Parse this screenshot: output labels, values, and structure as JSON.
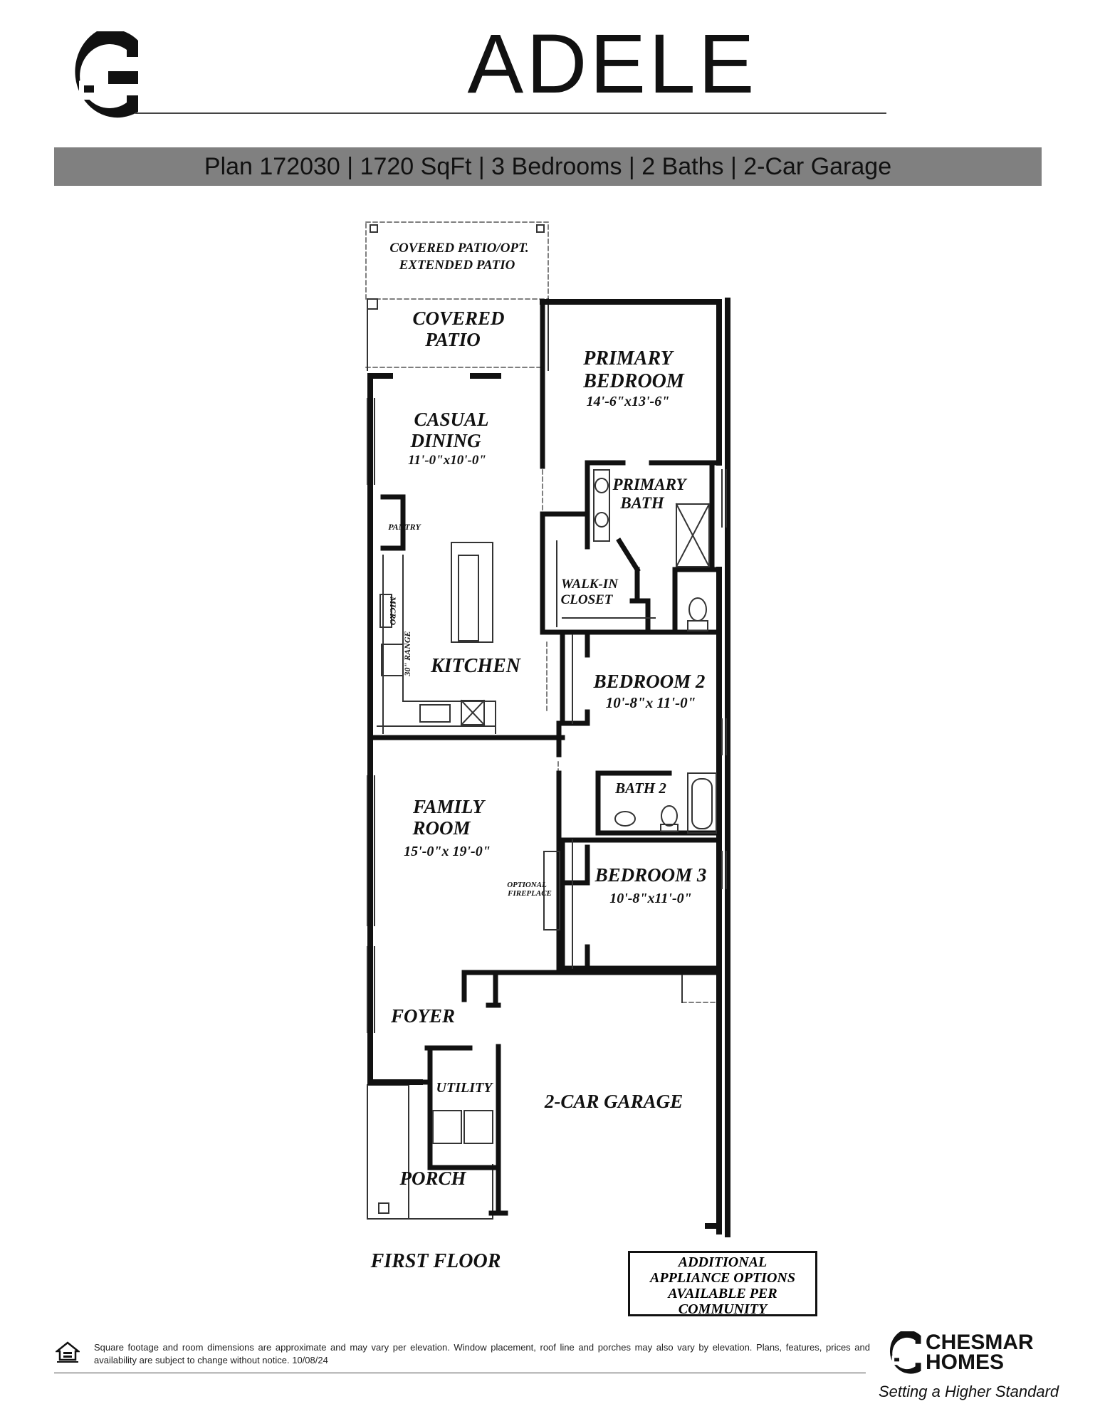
{
  "header": {
    "title": "ADELE",
    "plan_info": "Plan 172030 | 1720 SqFt | 3 Bedrooms | 2 Baths | 2-Car Garage"
  },
  "rooms": {
    "covered_patio_opt_line1": "COVERED PATIO/OPT.",
    "covered_patio_opt_line2": "EXTENDED PATIO",
    "covered_patio_line1": "COVERED",
    "covered_patio_line2": "PATIO",
    "primary_bedroom_line1": "PRIMARY",
    "primary_bedroom_line2": "BEDROOM",
    "primary_bedroom_dims": "14'-6\"x13'-6\"",
    "casual_dining_line1": "CASUAL",
    "casual_dining_line2": "DINING",
    "casual_dining_dims": "11'-0\"x10'-0\"",
    "primary_bath_line1": "PRIMARY",
    "primary_bath_line2": "BATH",
    "pantry": "PANTRY",
    "micro": "MICRO",
    "range": "30\" RANGE",
    "walk_in_closet_line1": "WALK-IN",
    "walk_in_closet_line2": "CLOSET",
    "kitchen": "KITCHEN",
    "bedroom2": "BEDROOM 2",
    "bedroom2_dims": "10'-8\"x 11'-0\"",
    "bath2": "BATH 2",
    "family_room_line1": "FAMILY",
    "family_room_line2": "ROOM",
    "family_room_dims": "15'-0\"x 19'-0\"",
    "optional_fireplace_line1": "OPTIONAL",
    "optional_fireplace_line2": "FIREPLACE",
    "bedroom3": "BEDROOM 3",
    "bedroom3_dims": "10'-8\"x11'-0\"",
    "foyer": "FOYER",
    "utility": "UTILITY",
    "garage": "2-CAR GARAGE",
    "porch": "PORCH",
    "floor_label": "FIRST FLOOR"
  },
  "notice": {
    "line1": "ADDITIONAL",
    "line2": "APPLIANCE OPTIONS",
    "line3": "AVAILABLE PER",
    "line4": "COMMUNITY"
  },
  "footer": {
    "disclaimer": "Square footage and room dimensions are approximate and may vary per elevation. Window placement, roof line and porches may also vary by elevation. Plans, features, prices and availability are subject to change without notice.   10/08/24",
    "brand_line1": "CHESMAR",
    "brand_line2": "HOMES",
    "tagline": "Setting a Higher Standard"
  }
}
